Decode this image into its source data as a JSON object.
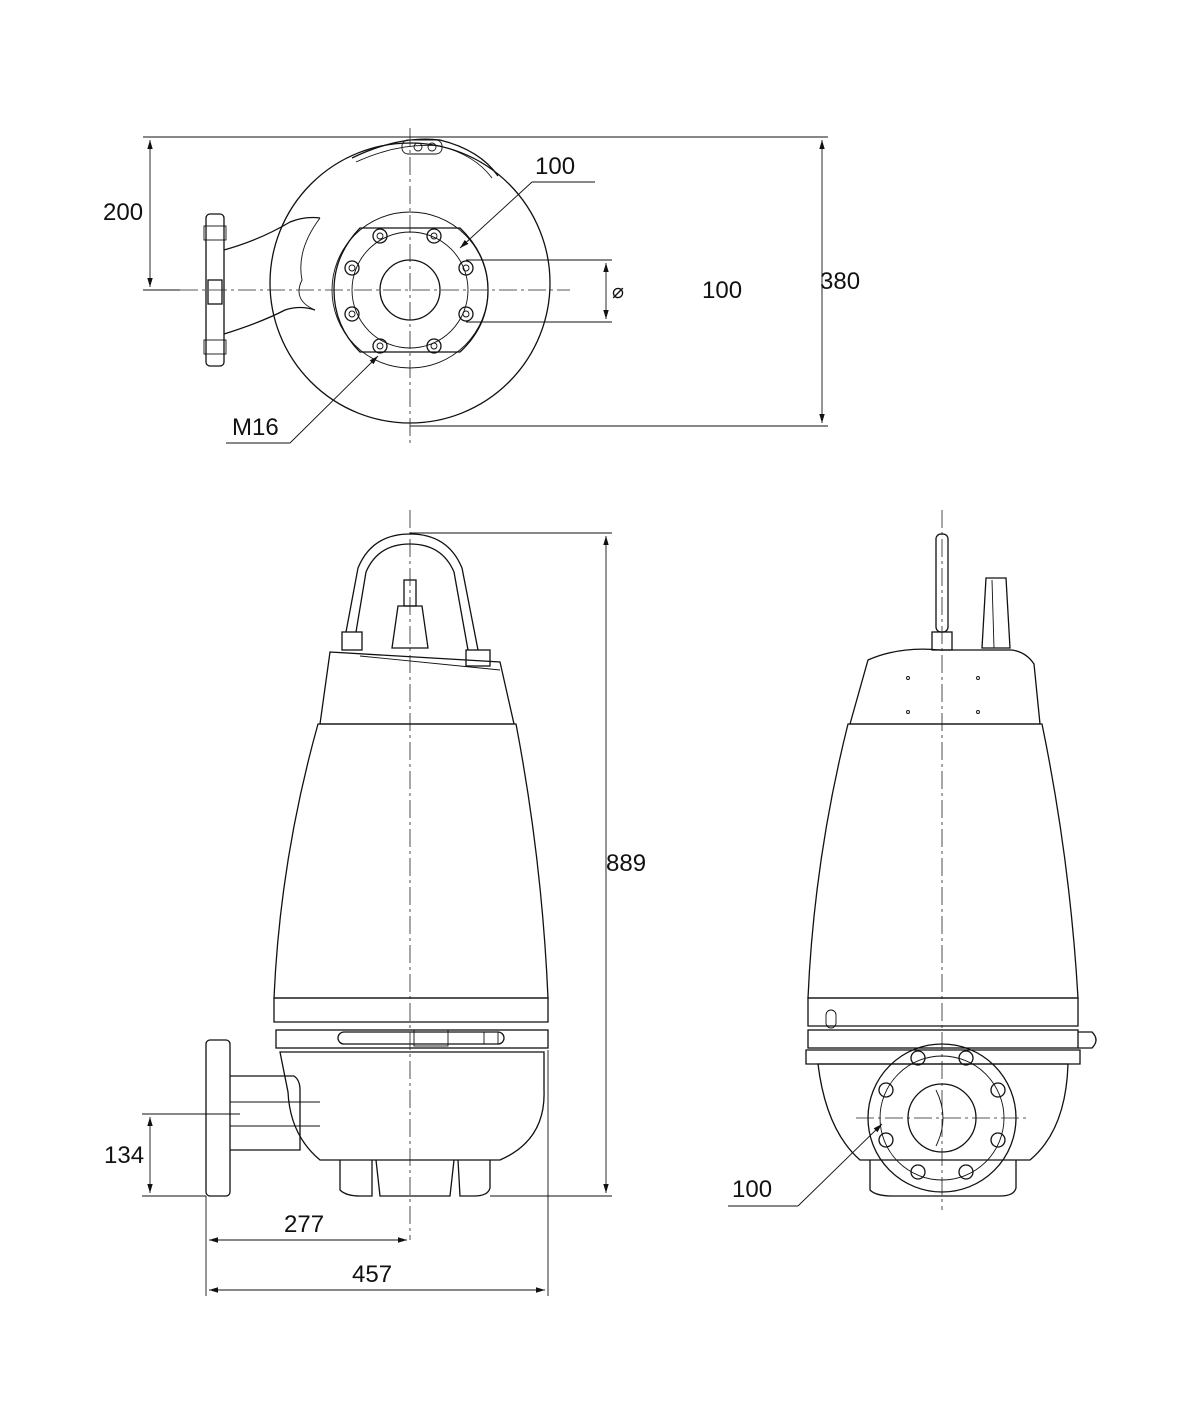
{
  "top_view": {
    "height_to_axis": "200",
    "outlet_label": "100",
    "diameter_symbol": "⌀",
    "diameter_value": "100",
    "overall_depth": "380",
    "bolt_thread": "M16"
  },
  "front_view": {
    "overall_height": "889",
    "outlet_height": "134",
    "flange_to_axis": "277",
    "overall_width": "457"
  },
  "side_view": {
    "flange_label": "100"
  }
}
